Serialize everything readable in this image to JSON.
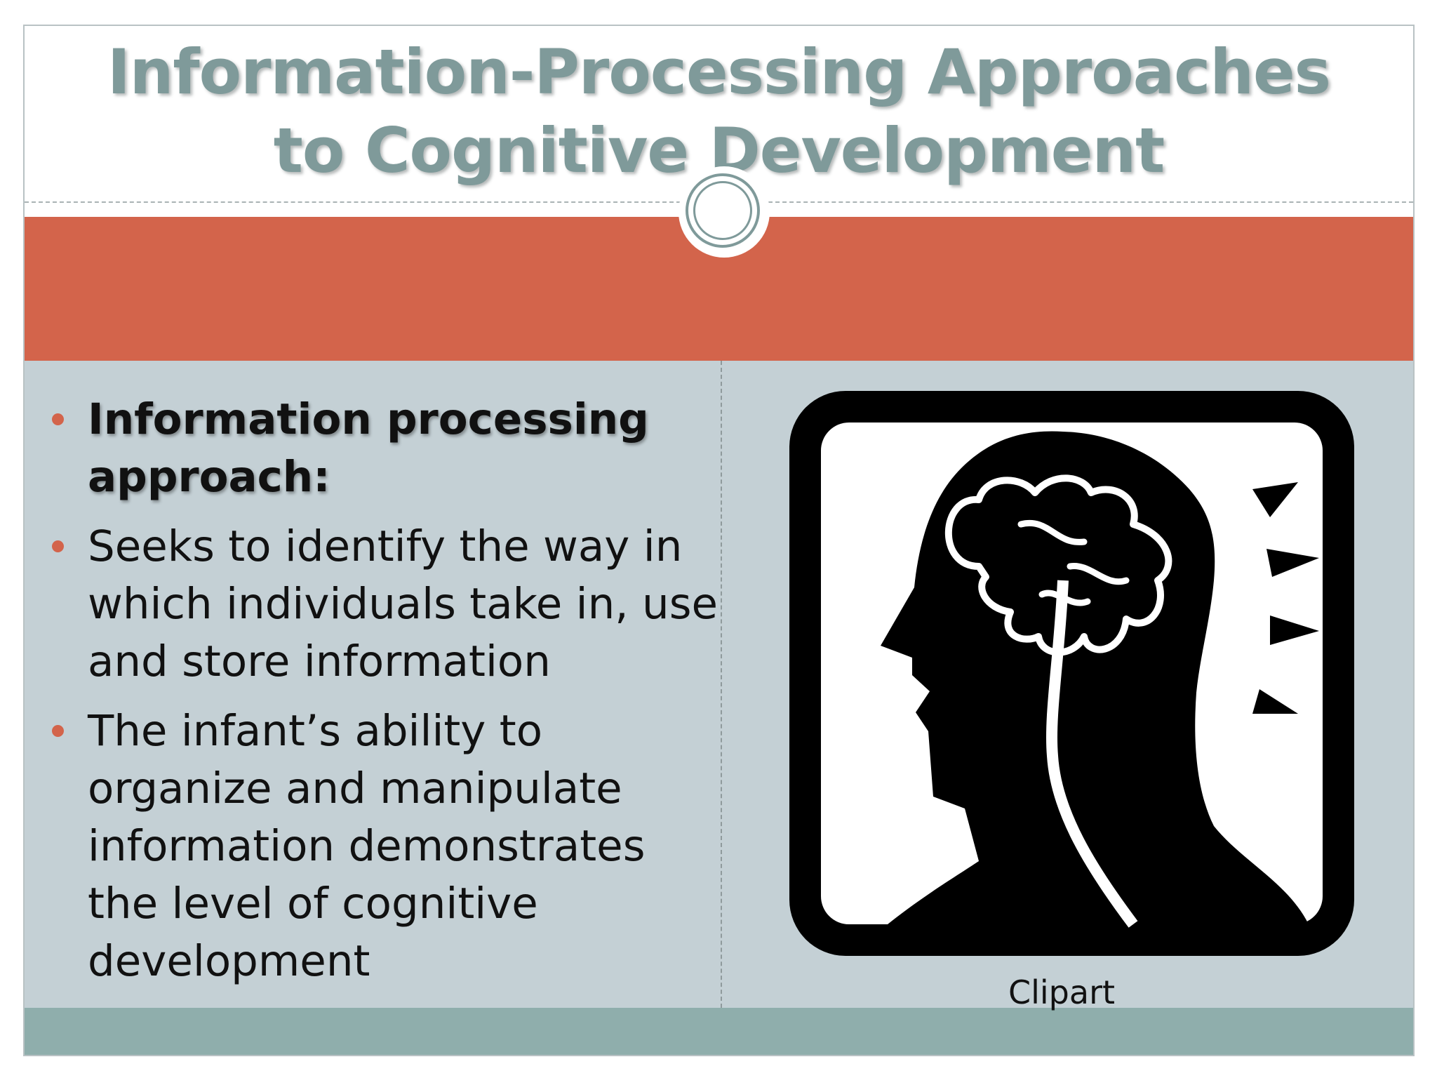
{
  "title": "Information-Processing Approaches to Cognitive Development",
  "bullets": [
    "Information processing approach:",
    "Seeks to identify the way in which individuals take in, use and store information",
    "The infant’s ability to organize and manipulate information demonstrates the level of cognitive development"
  ],
  "image": {
    "caption": "Clipart",
    "subject": "head-with-brain-icon"
  },
  "colors": {
    "accent": "#d3644b",
    "title": "#7f9a9a",
    "content_bg": "#c4d0d5",
    "footer": "#8faeac"
  }
}
